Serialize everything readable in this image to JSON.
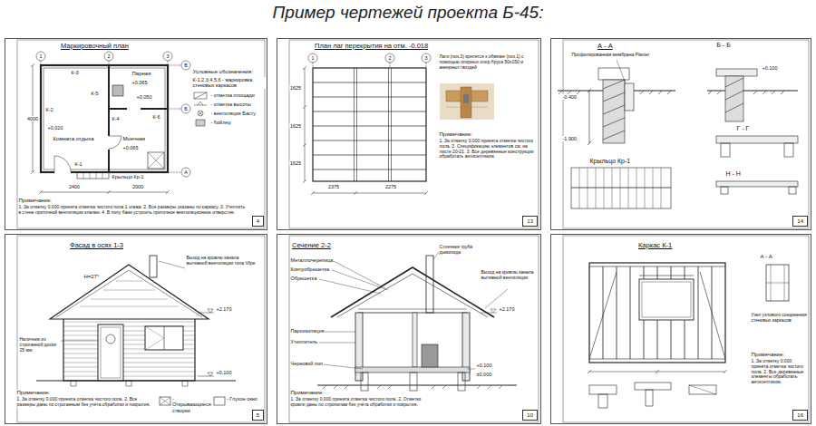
{
  "diagram": {
    "title": "Пример чертежей проекта Б-45:",
    "nodes": [
      {
        "text": [
          "Маркировочный план",
          "4"
        ]
      },
      {
        "text": [
          "План лаг перекрытия на отм. -0.018",
          "13"
        ]
      },
      {
        "text": [
          "А - А",
          "14"
        ]
      },
      {
        "text": [
          "Фасад в осях 1-3",
          "5"
        ]
      },
      {
        "text": [
          "Сечение 2-2",
          "10"
        ]
      },
      {
        "text": [
          "Каркас К-1",
          "16"
        ]
      }
    ],
    "labels": [
      "К-3",
      "К-5",
      "К-2",
      "Парная",
      "+0.065",
      "+0.050",
      "+0.020",
      "Комната отдыха",
      "К-4",
      "К-6",
      "Моечная",
      "+0.065",
      "К-1",
      "1",
      "2",
      "3",
      "В",
      "Б",
      "А",
      "2400",
      "2000",
      "4000",
      "Крыльцо Кр-1",
      "Условные обозначения:",
      "К-1,2,3,4,5,6 - маркировка стеновых каркасов",
      "- отметка площади",
      "- отметка высоты",
      "- вентиляция Басту",
      "- бойлер",
      "Примечание:",
      "1. За отметку 0.000 принята отметка чистого пола 1 этажа. 2. Все размеры указаны по каркасу. 3. Утеплить в стене приточной вентиляции клапан. 4. В полу бани устроить приточное вентиляционное отверстие.",
      "1",
      "2",
      "3",
      "2375",
      "2275",
      "1625",
      "1625",
      "1625",
      "Лаги (поз.3) крепятся к обвязке (поз.1) с помощью опорных опор бруса 50х150 и анкерных гвоздей",
      "Примечание:",
      "1. За отметку 0.000 принята отметка чистого пола. 2. Спецификацию элементов см. на листе 20-21. 3. Все деревянные конструкции обработать антисептиком.",
      "Б - Б",
      "Профилированная мембрана Planter",
      "-0.400",
      "-1.900",
      "+0.100",
      "Г - Г",
      "Крыльцо Кр-1",
      "Н - Н",
      "Н=27°",
      "+2.170",
      "+0.100",
      "Наличник из строганной доски 25 мм",
      "Выход на кровлю канала вытяжной вентиляции типа Vilpe",
      "Примечание:",
      "1. За отметку 0.000 принята отметка чистого пола. 2. Все размеры даны по строганным без учёта обработки и покрытия.",
      "Металлочерепица",
      "Контробрешетка",
      "Обрешетка",
      "Пароизоляция",
      "Утеплитель",
      "Черновой пол",
      "Стоечная труба дымохода",
      "Выход на кровлю канала вытяжной вентиляции",
      "+2.170",
      "+0.100",
      "±0.000",
      "Примечание:",
      "1. За отметку 0.000 принята отметка чистого пола. 2. Отметки кровли даны по стропилам без учёта обработки и покрытия.",
      "А - А",
      "Узел узлового соединения стеновых каркасов",
      "Примечание:",
      "1. За отметку 0.000 принята отметка чистого пола. 2. Все деревянные элементы обработать антисептиком."
    ],
    "legend": [
      {
        "text": "- Открывающиеся створки"
      },
      {
        "text": "- Глухое окно"
      }
    ]
  }
}
